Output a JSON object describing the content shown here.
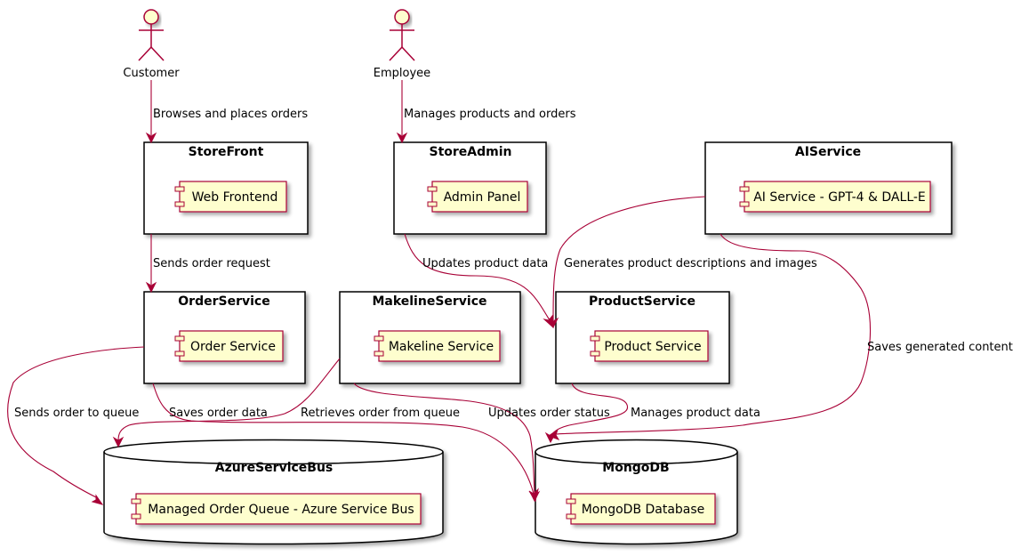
{
  "actors": {
    "customer": "Customer",
    "employee": "Employee"
  },
  "nodes": {
    "storefront": {
      "title": "StoreFront",
      "component": "Web Frontend"
    },
    "storeadmin": {
      "title": "StoreAdmin",
      "component": "Admin Panel"
    },
    "aiservice": {
      "title": "AIService",
      "component": "AI Service - GPT-4 & DALL-E"
    },
    "orderservice": {
      "title": "OrderService",
      "component": "Order Service"
    },
    "makelineservice": {
      "title": "MakelineService",
      "component": "Makeline Service"
    },
    "productservice": {
      "title": "ProductService",
      "component": "Product Service"
    },
    "azureservicebus": {
      "title": "AzureServiceBus",
      "component": "Managed Order Queue - Azure Service Bus"
    },
    "mongodb": {
      "title": "MongoDB",
      "component": "MongoDB Database"
    }
  },
  "edges": {
    "browses": "Browses and places orders",
    "manages_products_orders": "Manages products and orders",
    "sends_order_request": "Sends order request",
    "updates_product_data": "Updates product data",
    "generates_descriptions": "Generates product descriptions and images",
    "saves_generated": "Saves generated content",
    "sends_to_queue": "Sends order to queue",
    "saves_order_data": "Saves order data",
    "retrieves_from_queue": "Retrieves order from queue",
    "updates_order_status": "Updates order status",
    "manages_product_data": "Manages product data"
  },
  "colors": {
    "line": "#A80036",
    "component_fill": "#FEFECE",
    "box_fill": "#FFFFFF",
    "shadow": "#CCCCCC"
  }
}
